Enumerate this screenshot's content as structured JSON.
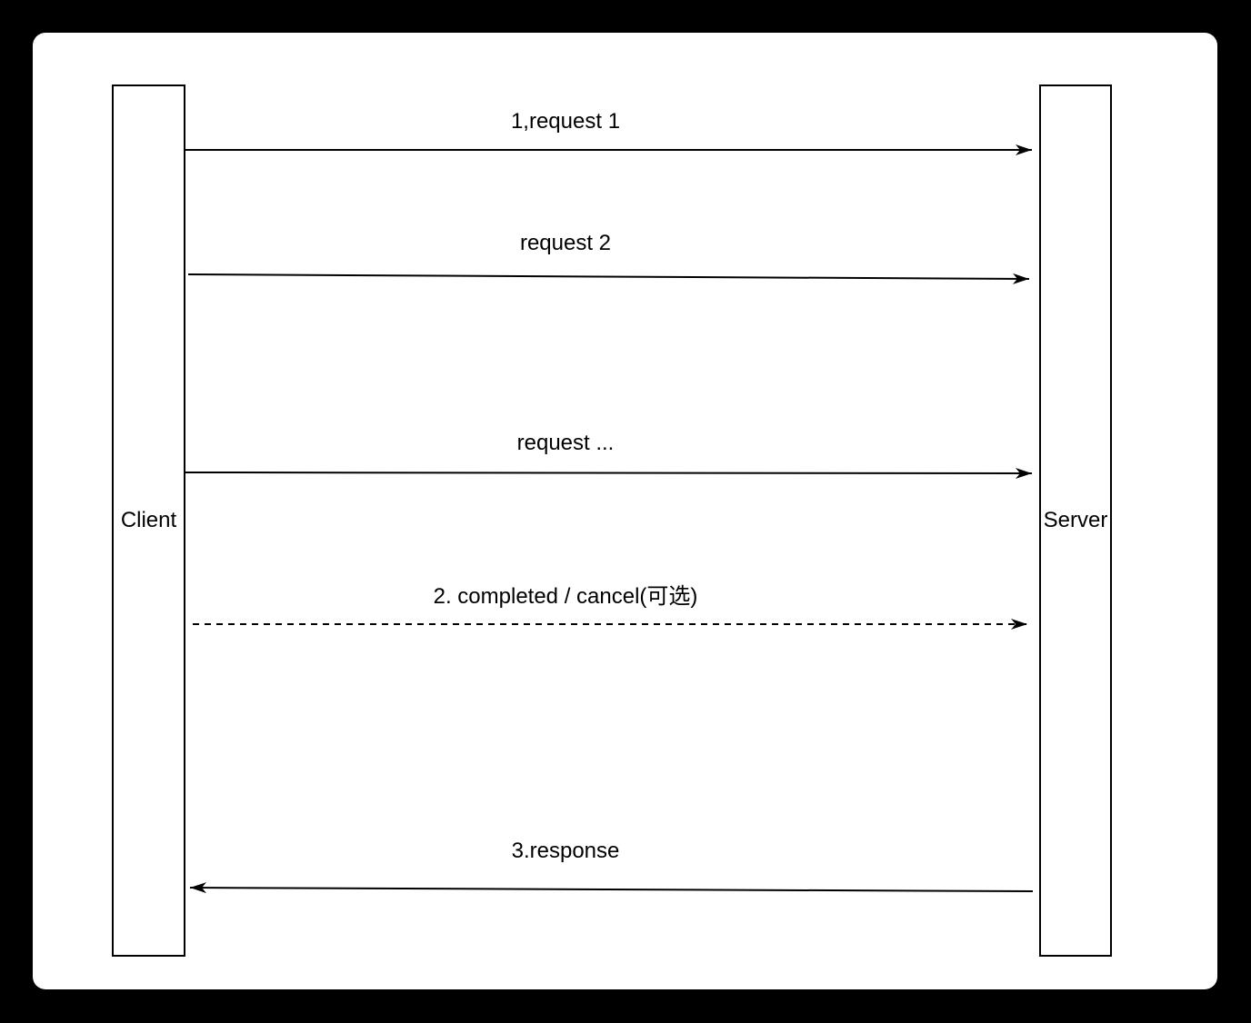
{
  "diagram": {
    "type": "sequence",
    "actors": [
      {
        "label": "Client"
      },
      {
        "label": "Server"
      }
    ],
    "messages": [
      {
        "label": "1,request 1",
        "from": "Client",
        "to": "Server",
        "line": "solid"
      },
      {
        "label": "request 2",
        "from": "Client",
        "to": "Server",
        "line": "solid"
      },
      {
        "label": "request ...",
        "from": "Client",
        "to": "Server",
        "line": "solid"
      },
      {
        "label": "2. completed / cancel(可选)",
        "from": "Client",
        "to": "Server",
        "line": "dashed"
      },
      {
        "label": "3.response",
        "from": "Server",
        "to": "Client",
        "line": "solid"
      }
    ],
    "colors": {
      "page_background": "#000000",
      "canvas_background": "#ffffff",
      "stroke": "#000000",
      "text": "#000000"
    }
  }
}
